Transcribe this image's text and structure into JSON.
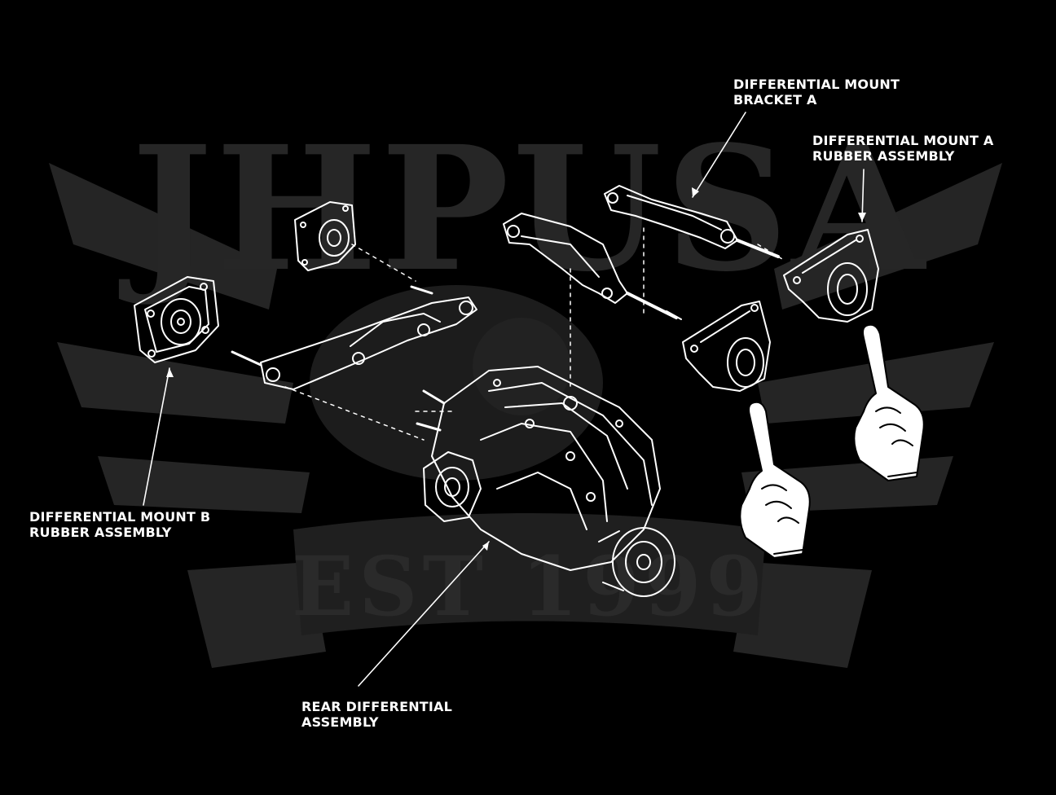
{
  "watermark": {
    "brand": "JHPUSA",
    "est": "EST 1999"
  },
  "labels": {
    "mount_bracket_a": [
      "DIFFERENTIAL MOUNT",
      "BRACKET A"
    ],
    "mount_a_rubber": [
      "DIFFERENTIAL MOUNT A",
      "RUBBER ASSEMBLY"
    ],
    "mount_b_rubber": [
      "DIFFERENTIAL MOUNT B",
      "RUBBER ASSEMBLY"
    ],
    "rear_diff": [
      "REAR DIFFERENTIAL",
      "ASSEMBLY"
    ]
  },
  "icons": [
    "pointing-hand-icon",
    "pointing-hand-icon"
  ],
  "colors": {
    "background": "#000000",
    "line_art": "#ffffff",
    "watermark": "#262626"
  }
}
